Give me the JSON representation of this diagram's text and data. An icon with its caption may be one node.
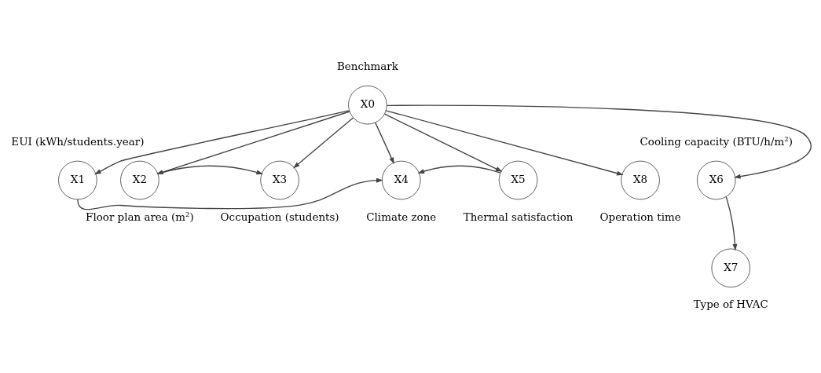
{
  "diagram": {
    "nodes": [
      {
        "text": [
          "X0"
        ],
        "beside": [
          "Benchmark"
        ]
      },
      {
        "text": [
          "X1"
        ],
        "beside": [
          "EUI (kWh/students.year)"
        ]
      },
      {
        "text": [
          "X2"
        ],
        "beside": [
          "Floor plan area (m²)"
        ]
      },
      {
        "text": [
          "X3"
        ],
        "beside": [
          "Occupation (students)"
        ]
      },
      {
        "text": [
          "X4"
        ],
        "beside": [
          "Climate zone"
        ]
      },
      {
        "text": [
          "X5"
        ],
        "beside": [
          "Thermal satisfaction"
        ]
      },
      {
        "text": [
          "X8"
        ],
        "beside": [
          "Operation time"
        ]
      },
      {
        "text": [
          "X6"
        ],
        "beside": [
          "Cooling capacity (BTU/h/m²)"
        ]
      },
      {
        "text": [
          "X7"
        ],
        "beside": [
          "Type of HVAC"
        ]
      }
    ],
    "edges": [
      {
        "from": 0,
        "to": 1,
        "arrow": "to"
      },
      {
        "from": 0,
        "to": 2,
        "arrow": "to"
      },
      {
        "from": 0,
        "to": 3,
        "arrow": "to"
      },
      {
        "from": 0,
        "to": 4,
        "arrow": "to"
      },
      {
        "from": 0,
        "to": 5,
        "arrow": "to"
      },
      {
        "from": 0,
        "to": 6,
        "arrow": "to"
      },
      {
        "from": 0,
        "to": 7,
        "arrow": "to"
      },
      {
        "from": 2,
        "to": 3,
        "arrow": "to"
      },
      {
        "from": 1,
        "to": 4,
        "arrow": "to"
      },
      {
        "from": 5,
        "to": 4,
        "arrow": "to"
      },
      {
        "from": 7,
        "to": 8,
        "arrow": "to"
      }
    ]
  }
}
